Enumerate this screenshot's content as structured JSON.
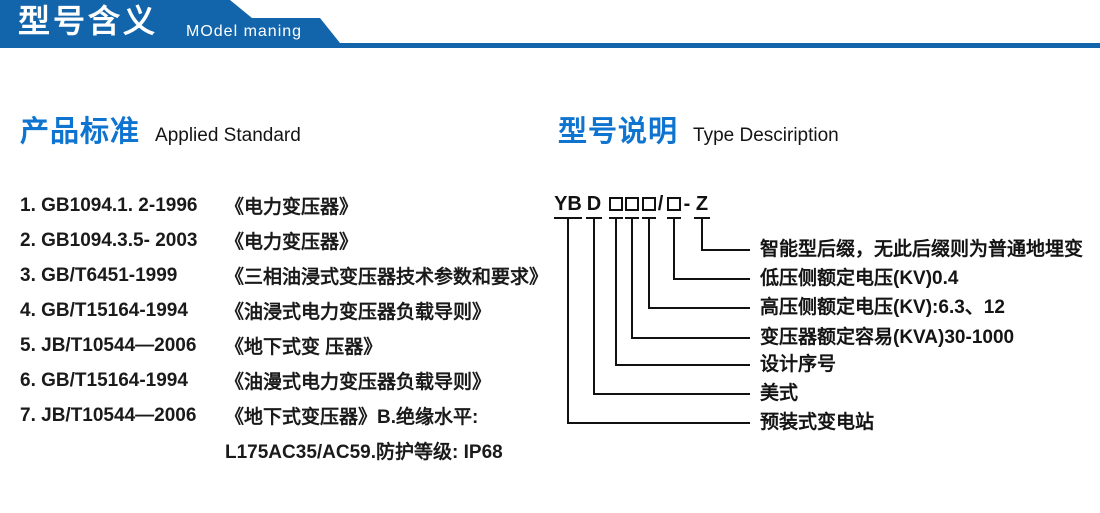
{
  "colors": {
    "header_blue": "#1365ab",
    "accent_blue": "#0f74d0",
    "text": "#1a1a1a"
  },
  "header": {
    "title": "型号含义",
    "subtitle": "MOdel maning"
  },
  "left": {
    "heading_zh": "产品标准",
    "heading_en": "Applied Standard",
    "items": [
      {
        "code": "1. GB1094.1. 2-1996",
        "title": "《电力变压器》"
      },
      {
        "code": "2. GB1094.3.5- 2003",
        "title": "《电力变压器》"
      },
      {
        "code": "3. GB/T6451-1999",
        "title": "《三相油浸式变压器技术参数和要求》"
      },
      {
        "code": "4. GB/T15164-1994",
        "title": "《油浸式电力变压器负载导则》"
      },
      {
        "code": "5. JB/T10544—2006",
        "title": "《地下式变 压器》"
      },
      {
        "code": "6. GB/T15164-1994",
        "title": "《油漫式电力变压器负载导则》"
      },
      {
        "code": "7. JB/T10544—2006",
        "title": "《地下式变压器》B.绝缘水平:"
      }
    ],
    "continuation": "L175AC35/AC59.防护等级: IP68"
  },
  "right": {
    "heading_zh": "型号说明",
    "heading_en": "Type Desciription",
    "model_code": "YBD□□□/□-Z",
    "code": {
      "yb": "YB",
      "d": "D",
      "slash": "/",
      "dash": "-",
      "z": "Z"
    },
    "labels": [
      "智能型后缀，无此后缀则为普通地埋变",
      "低压侧额定电压(KV)0.4",
      "高压侧额定电压(KV):6.3、12",
      "变压器额定容易(KVA)30-1000",
      "设计序号",
      "美式",
      "预装式变电站"
    ]
  }
}
